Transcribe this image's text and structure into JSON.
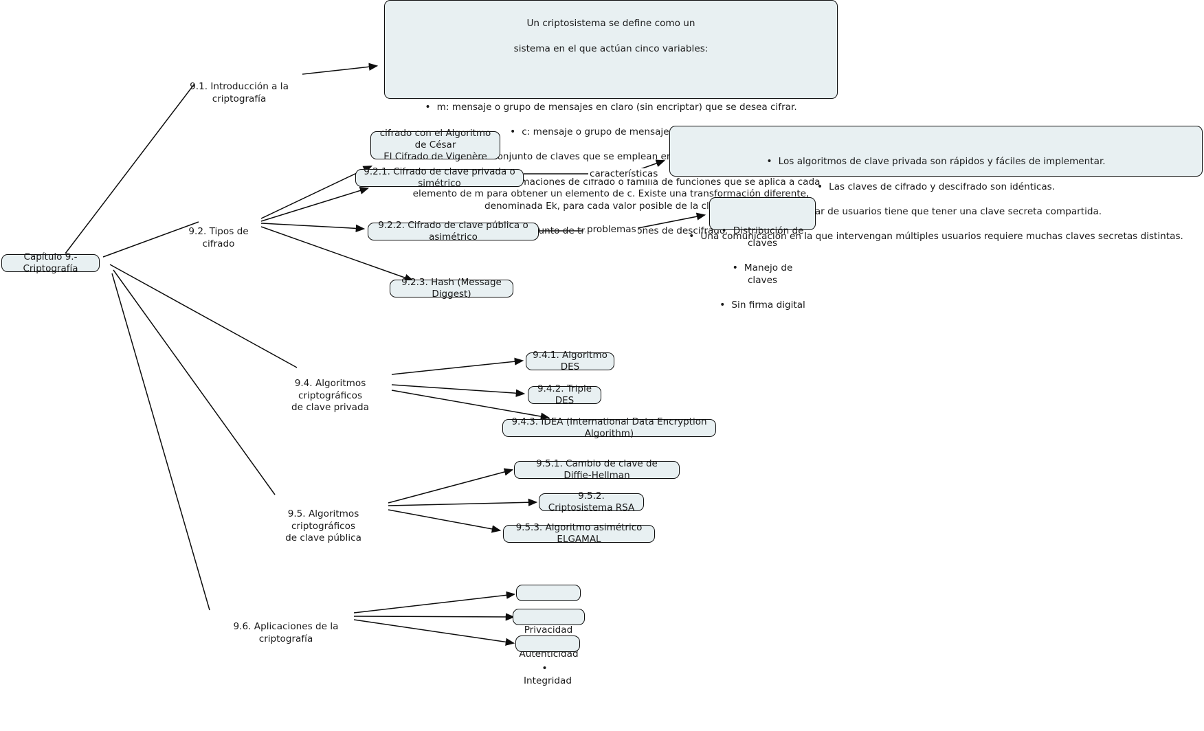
{
  "diagram": {
    "title": "Capítulo 9.- Criptografía",
    "language": "es",
    "colors": {
      "node_fill": "#e8f0f2",
      "node_border": "#0d0d0d",
      "edge": "#0d0d0d",
      "background": "#ffffff",
      "text": "#1a1a1a"
    }
  },
  "root": {
    "label": "Capítulo 9.- Criptografía"
  },
  "topics": {
    "intro": "9.1. Introducción a la criptografía",
    "tipos": "9.2. Tipos de cifrado",
    "alg_privada": "9.4. Algoritmos criptográficos\nde clave privada",
    "alg_publica": "9.5. Algoritmos criptográficos\nde clave pública",
    "aplicaciones": "9.6. Aplicaciones de la criptografía"
  },
  "definition_box": {
    "heading_line1": "Un criptosistema se define como un",
    "heading_line2": "sistema en el que actúan cinco variables:",
    "items": [
      "m: mensaje o grupo de mensajes en claro (sin encriptar) que se desea cifrar.",
      "c: mensaje o grupo de mensajes cifrado.",
      "k: conjunto de claves que se emplean en el criptosistema.",
      "E: conjunto de transformaciones de cifrado o familia de funciones que se aplica a cada elemento de m para obtener un elemento de c. Existe una transformación diferente, denominada Ek, para cada valor posible de la clave k.",
      "D: conjunto de transformaciones de descifrado."
    ]
  },
  "cifrado_ejemplos": {
    "line1": "cifrado con el Algoritmo de César",
    "line2": "El Cifrado de Vigenère"
  },
  "tipos_cifrado": {
    "simetrico": "9.2.1. Cifrado de clave privada o simétrico",
    "asimetrico": "9.2.2. Cifrado de clave pública o asimétrico",
    "hash": "9.2.3. Hash (Message Diggest)"
  },
  "edge_labels": {
    "caracteristicas": "características",
    "problemas": "problemas"
  },
  "caracteristicas_box": {
    "items": [
      "Los algoritmos de clave privada son rápidos y fáciles de implementar.",
      "Las claves de cifrado y descifrado son idénticas.",
      "Cada par de usuarios tiene que tener una clave secreta compartida.",
      "Una comunicación en la que intervengan múltiples usuarios requiere muchas claves secretas distintas."
    ]
  },
  "problemas_box": {
    "items": [
      "Distribución de claves",
      "Manejo de claves",
      "Sin firma digital"
    ]
  },
  "algoritmos_privada": [
    "9.4.1. Algoritmo DES",
    "9.4.2. Triple DES",
    "9.4.3. IDEA (International Data Encryption Algorithm)"
  ],
  "algoritmos_publica": [
    "9.5.1. Cambio de clave de Diffie-Hellman",
    "9.5.2. Criptosistema RSA",
    "9.5.3. Algoritmo asimétrico ELGAMAL"
  ],
  "aplicaciones": [
    "Privacidad",
    "Autenticidad",
    "Integridad"
  ]
}
